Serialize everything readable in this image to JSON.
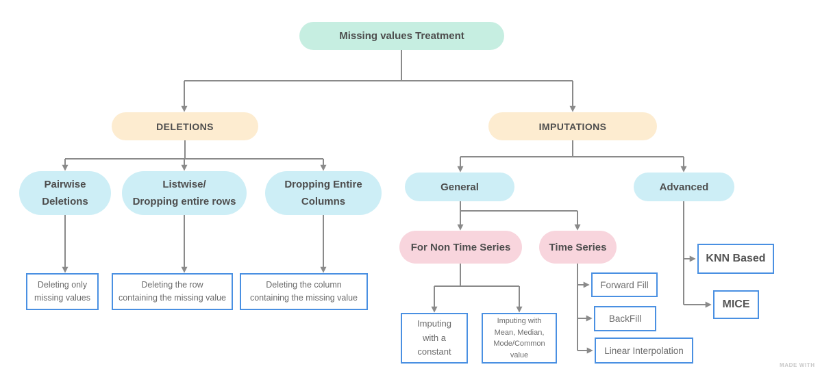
{
  "title": "Missing values Treatment",
  "colors": {
    "mint": "#c6eee1",
    "peach": "#fdecd0",
    "cyan": "#cdeef6",
    "pink": "#f8d5dd",
    "box-border": "#4a90e2",
    "line": "#8a8a8a",
    "label": "#4d4d4d",
    "box-text": "#6b6b6b",
    "background": "#ffffff"
  },
  "nodes": {
    "root": {
      "label": "Missing values Treatment"
    },
    "deletions": {
      "label": "DELETIONS"
    },
    "imputations": {
      "label": "IMPUTATIONS"
    },
    "pairwise": {
      "label": "Pairwise\nDeletions"
    },
    "listwise": {
      "label": "Listwise/\nDropping entire rows"
    },
    "drop_columns": {
      "label": "Dropping Entire\nColumns"
    },
    "deleting_only": {
      "label": "Deleting only\nmissing values"
    },
    "deleting_row": {
      "label": "Deleting the row\ncontaining the missing value"
    },
    "deleting_column": {
      "label": "Deleting the column\ncontaining the missing value"
    },
    "general": {
      "label": "General"
    },
    "advanced": {
      "label": "Advanced"
    },
    "non_time_series": {
      "label": "For Non Time Series"
    },
    "time_series": {
      "label": "Time Series"
    },
    "imputing_constant": {
      "label": "Imputing\nwith a\nconstant"
    },
    "imputing_mean": {
      "label": "Imputing with\nMean, Median,\nMode/Common\nvalue"
    },
    "forward_fill": {
      "label": "Forward Fill"
    },
    "backfill": {
      "label": "BackFill"
    },
    "linear_interpolation": {
      "label": "Linear Interpolation"
    },
    "knn": {
      "label": "KNN Based"
    },
    "mice": {
      "label": "MICE"
    }
  },
  "edges": [
    {
      "from": "root",
      "to": "deletions"
    },
    {
      "from": "root",
      "to": "imputations"
    },
    {
      "from": "deletions",
      "to": "pairwise"
    },
    {
      "from": "deletions",
      "to": "listwise"
    },
    {
      "from": "deletions",
      "to": "drop_columns"
    },
    {
      "from": "pairwise",
      "to": "deleting_only"
    },
    {
      "from": "listwise",
      "to": "deleting_row"
    },
    {
      "from": "drop_columns",
      "to": "deleting_column"
    },
    {
      "from": "imputations",
      "to": "general"
    },
    {
      "from": "imputations",
      "to": "advanced"
    },
    {
      "from": "general",
      "to": "non_time_series"
    },
    {
      "from": "general",
      "to": "time_series"
    },
    {
      "from": "non_time_series",
      "to": "imputing_constant"
    },
    {
      "from": "non_time_series",
      "to": "imputing_mean"
    },
    {
      "from": "time_series",
      "to": "forward_fill"
    },
    {
      "from": "time_series",
      "to": "backfill"
    },
    {
      "from": "time_series",
      "to": "linear_interpolation"
    },
    {
      "from": "advanced",
      "to": "knn"
    },
    {
      "from": "advanced",
      "to": "mice"
    }
  ],
  "watermark": "MADE WITH"
}
